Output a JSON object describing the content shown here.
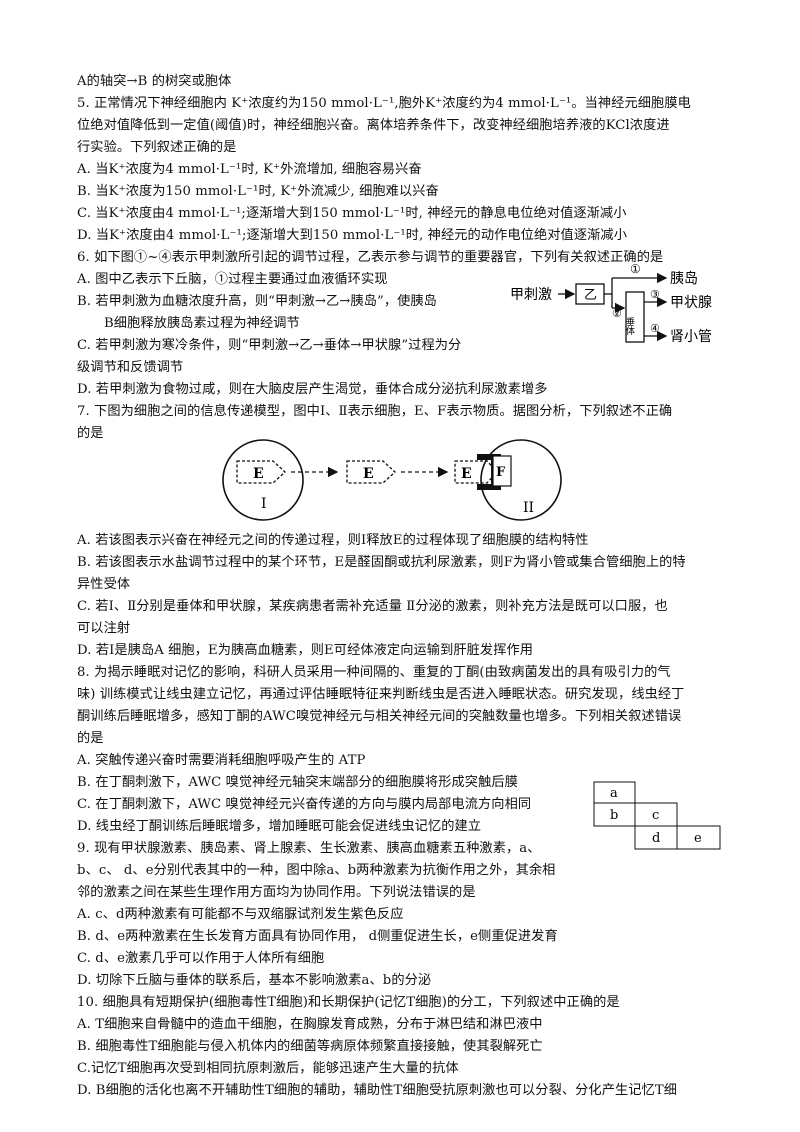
{
  "lines": [
    "A的轴突→B 的树突或胞体",
    "5.  正常情况下神经细胞内 K⁺浓度约为150 mmol·L⁻¹,胞外K⁺浓度约为4 mmol·L⁻¹。当神经元细胞膜电",
    "位绝对值降低到一定值(阈值)时，神经细胞兴奋。离体培养条件下，改变神经细胞培养液的KCl浓度进",
    "行实验。下列叙述正确的是",
    "A.  当K⁺浓度为4 mmol·L⁻¹时, K⁺外流增加, 细胞容易兴奋",
    "B.  当K⁺浓度为150 mmol·L⁻¹时, K⁺外流减少, 细胞难以兴奋",
    "C.  当K⁺浓度由4 mmol·L⁻¹;逐渐增大到150 mmol·L⁻¹时, 神经元的静息电位绝对值逐渐减小",
    "D.  当K⁺浓度由4 mmol·L⁻¹;逐渐增大到150 mmol·L⁻¹时, 神经元的动作电位绝对值逐渐减小",
    "6.  如下图①~④表示甲刺激所引起的调节过程，乙表示参与调节的重要器官，下列有关叙述正确的是",
    "A.  图中乙表示下丘脑，①过程主要通过血液循环实现",
    "B.  若甲刺激为血糖浓度升高，则“甲刺激→乙→胰岛”，使胰岛",
    "B细胞释放胰岛素过程为神经调节",
    "C.  若甲刺激为寒冷条件，则“甲刺激→乙→垂体→甲状腺”过程为分",
    "级调节和反馈调节",
    "D.  若甲刺激为食物过咸，则在大脑皮层产生渴觉，垂体合成分泌抗利尿激素增多",
    "7.  下图为细胞之间的信息传递模型，图中Ⅰ、Ⅱ表示细胞，E、F表示物质。据图分析，下列叙述不正确",
    "的是",
    "A.  若该图表示兴奋在神经元之间的传递过程，则Ⅰ释放E的过程体现了细胞膜的结构特性",
    "B.  若该图表示水盐调节过程中的某个环节，E是醛固酮或抗利尿激素，则F为肾小管或集合管细胞上的特",
    "异性受体",
    "C.  若Ⅰ、Ⅱ分别是垂体和甲状腺，某疾病患者需补充适量 Ⅱ分泌的激素，则补充方法是既可以口服，也",
    "可以注射",
    "D.  若Ⅰ是胰岛A 细胞，E为胰高血糖素，则E可经体液定向运输到肝脏发挥作用",
    "8.  为揭示睡眠对记忆的影响，科研人员采用一种间隔的、重复的丁酮(由致病菌发出的具有吸引力的气",
    "味) 训练模式让线虫建立记忆，再通过评估睡眠特征来判断线虫是否进入睡眠状态。研究发现，线虫经丁",
    "酮训练后睡眠增多，感知丁酮的AWC嗅觉神经元与相关神经元间的突触数量也增多。下列相关叙述错误",
    "的是",
    "A.  突触传递兴奋时需要消耗细胞呼吸产生的 ATP",
    "B.  在丁酮刺激下，AWC 嗅觉神经元轴突末端部分的细胞膜将形成突触后膜",
    "C.  在丁酮刺激下，AWC 嗅觉神经元兴奋传递的方向与膜内局部电流方向相同",
    "D.  线虫经丁酮训练后睡眠增多，增加睡眠可能会促进线虫记忆的建立",
    "9.  现有甲状腺激素、胰岛素、肾上腺素、生长激素、胰高血糖素五种激素，a、",
    "b、c、 d、e分别代表其中的一种，图中除a、b两种激素为抗衡作用之外，其余相",
    "邻的激素之间在某些生理作用方面均为协同作用。下列说法错误的是",
    "A.  c、d两种激素有可能都不与双缩脲试剂发生紫色反应",
    "B.  d、e两种激素在生长发育方面具有协同作用，  d侧重促进生长，e侧重促进发育",
    "C.  d、e激素几乎可以作用于人体所有细胞",
    "D.  切除下丘脑与垂体的联系后，基本不影响激素a、b的分泌",
    "10.  细胞具有短期保护(细胞毒性T细胞)和长期保护(记忆T细胞)的分工，下列叙述中正确的是",
    "A.  T细胞来自骨髓中的造血干细胞，在胸腺发育成熟，分布于淋巴结和淋巴液中",
    "B.  细胞毒性T细胞能与侵入机体内的细菌等病原体频繁直接接触，使其裂解死亡",
    "C.记忆T细胞再次受到相同抗原刺激后，能够迅速产生大量的抗体",
    "D.  B细胞的活化也离不开辅助性T细胞的辅助，辅助性T细胞受抗原刺激也可以分裂、分化产生记忆T细"
  ],
  "fig6": {
    "stimulus": "甲刺激",
    "organ": "乙",
    "pituitary": "垂体",
    "n1": "①",
    "n2": "②",
    "n3": "③",
    "n4": "④",
    "t1": "胰岛",
    "t2": "甲状腺",
    "t3": "肾小管"
  },
  "fig7": {
    "e1": "E",
    "e2": "E",
    "e3": "E",
    "f": "F",
    "cell1": "I",
    "cell2": "II"
  },
  "fig9": {
    "a": "a",
    "b": "b",
    "c": "c",
    "d": "d",
    "e": "e"
  }
}
